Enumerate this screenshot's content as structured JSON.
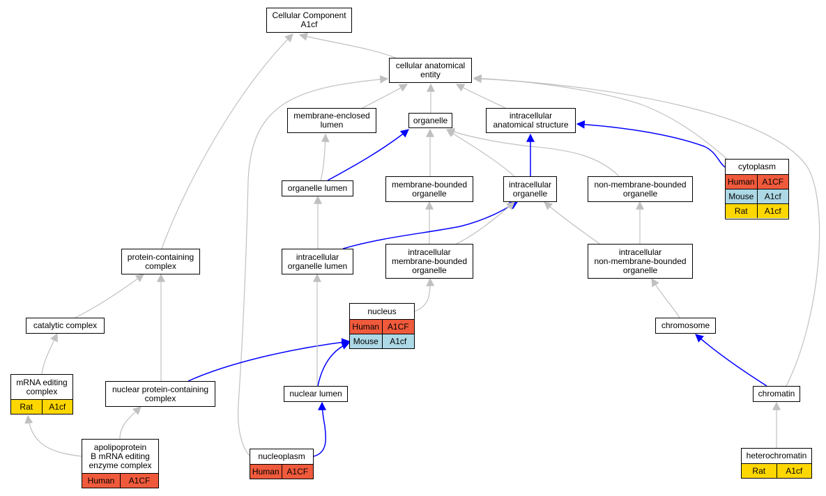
{
  "colors": {
    "edge_default": "#c0c0c0",
    "edge_highlight": "#0000ff",
    "human": "#f05a3c",
    "mouse": "#add8e6",
    "rat": "#ffd700"
  },
  "nodes": {
    "root": {
      "label": "Cellular Component\nA1cf"
    },
    "cae": {
      "label": "cellular anatomical\nentity"
    },
    "mel": {
      "label": "membrane-enclosed\nlumen"
    },
    "org": {
      "label": "organelle"
    },
    "ias": {
      "label": "intracellular\nanatomical structure"
    },
    "cyt": {
      "label": "cytoplasm",
      "orthologs": [
        {
          "species": "Human",
          "gene": "A1CF"
        },
        {
          "species": "Mouse",
          "gene": "A1cf"
        },
        {
          "species": "Rat",
          "gene": "A1cf"
        }
      ]
    },
    "orl": {
      "label": "organelle lumen"
    },
    "mbo": {
      "label": "membrane-bounded\norganelle"
    },
    "io": {
      "label": "intracellular\norganelle"
    },
    "nmbo": {
      "label": "non-membrane-bounded\norganelle"
    },
    "pcc": {
      "label": "protein-containing\ncomplex"
    },
    "iol": {
      "label": "intracellular\norganelle lumen"
    },
    "imbo": {
      "label": "intracellular\nmembrane-bounded\norganelle"
    },
    "inmbo": {
      "label": "intracellular\nnon-membrane-bounded\norganelle"
    },
    "nuc": {
      "label": "nucleus",
      "orthologs": [
        {
          "species": "Human",
          "gene": "A1CF"
        },
        {
          "species": "Mouse",
          "gene": "A1cf"
        }
      ]
    },
    "cc": {
      "label": "catalytic complex"
    },
    "chrs": {
      "label": "chromosome"
    },
    "mrna": {
      "label": "mRNA editing\ncomplex",
      "orthologs": [
        {
          "species": "Rat",
          "gene": "A1cf"
        }
      ]
    },
    "npcc": {
      "label": "nuclear protein-containing\ncomplex"
    },
    "nl": {
      "label": "nuclear lumen"
    },
    "chrt": {
      "label": "chromatin"
    },
    "apo": {
      "label": "apolipoprotein\nB mRNA editing\nenzyme complex",
      "orthologs": [
        {
          "species": "Human",
          "gene": "A1CF"
        }
      ]
    },
    "np": {
      "label": "nucleoplasm",
      "orthologs": [
        {
          "species": "Human",
          "gene": "A1CF"
        }
      ]
    },
    "het": {
      "label": "heterochromatin",
      "orthologs": [
        {
          "species": "Rat",
          "gene": "A1cf"
        }
      ]
    }
  },
  "edges": [
    {
      "from": "cae",
      "to": "root",
      "style": "gray"
    },
    {
      "from": "pcc",
      "to": "root",
      "style": "gray"
    },
    {
      "from": "mel",
      "to": "cae",
      "style": "gray"
    },
    {
      "from": "org",
      "to": "cae",
      "style": "gray"
    },
    {
      "from": "ias",
      "to": "cae",
      "style": "gray"
    },
    {
      "from": "cyt",
      "to": "cae",
      "style": "gray"
    },
    {
      "from": "chrt",
      "to": "cae",
      "style": "gray"
    },
    {
      "from": "np",
      "to": "cae",
      "style": "gray"
    },
    {
      "from": "cyt",
      "to": "ias",
      "style": "blue"
    },
    {
      "from": "orl",
      "to": "mel",
      "style": "gray"
    },
    {
      "from": "orl",
      "to": "org",
      "style": "blue"
    },
    {
      "from": "mbo",
      "to": "org",
      "style": "gray"
    },
    {
      "from": "io",
      "to": "org",
      "style": "gray"
    },
    {
      "from": "nmbo",
      "to": "org",
      "style": "gray"
    },
    {
      "from": "io",
      "to": "ias",
      "style": "blue"
    },
    {
      "from": "iol",
      "to": "orl",
      "style": "gray"
    },
    {
      "from": "imbo",
      "to": "mbo",
      "style": "gray"
    },
    {
      "from": "iol",
      "to": "io",
      "style": "blue"
    },
    {
      "from": "imbo",
      "to": "io",
      "style": "gray"
    },
    {
      "from": "inmbo",
      "to": "io",
      "style": "gray"
    },
    {
      "from": "inmbo",
      "to": "nmbo",
      "style": "gray"
    },
    {
      "from": "nuc",
      "to": "imbo",
      "style": "gray"
    },
    {
      "from": "chrs",
      "to": "inmbo",
      "style": "gray"
    },
    {
      "from": "cc",
      "to": "pcc",
      "style": "gray"
    },
    {
      "from": "npcc",
      "to": "pcc",
      "style": "gray"
    },
    {
      "from": "mrna",
      "to": "cc",
      "style": "gray"
    },
    {
      "from": "npcc",
      "to": "nuc",
      "style": "blue"
    },
    {
      "from": "nl",
      "to": "nuc",
      "style": "blue"
    },
    {
      "from": "nl",
      "to": "iol",
      "style": "gray"
    },
    {
      "from": "chrt",
      "to": "chrs",
      "style": "blue"
    },
    {
      "from": "apo",
      "to": "mrna",
      "style": "gray"
    },
    {
      "from": "apo",
      "to": "npcc",
      "style": "gray"
    },
    {
      "from": "np",
      "to": "nl",
      "style": "blue"
    },
    {
      "from": "het",
      "to": "chrt",
      "style": "gray"
    }
  ]
}
